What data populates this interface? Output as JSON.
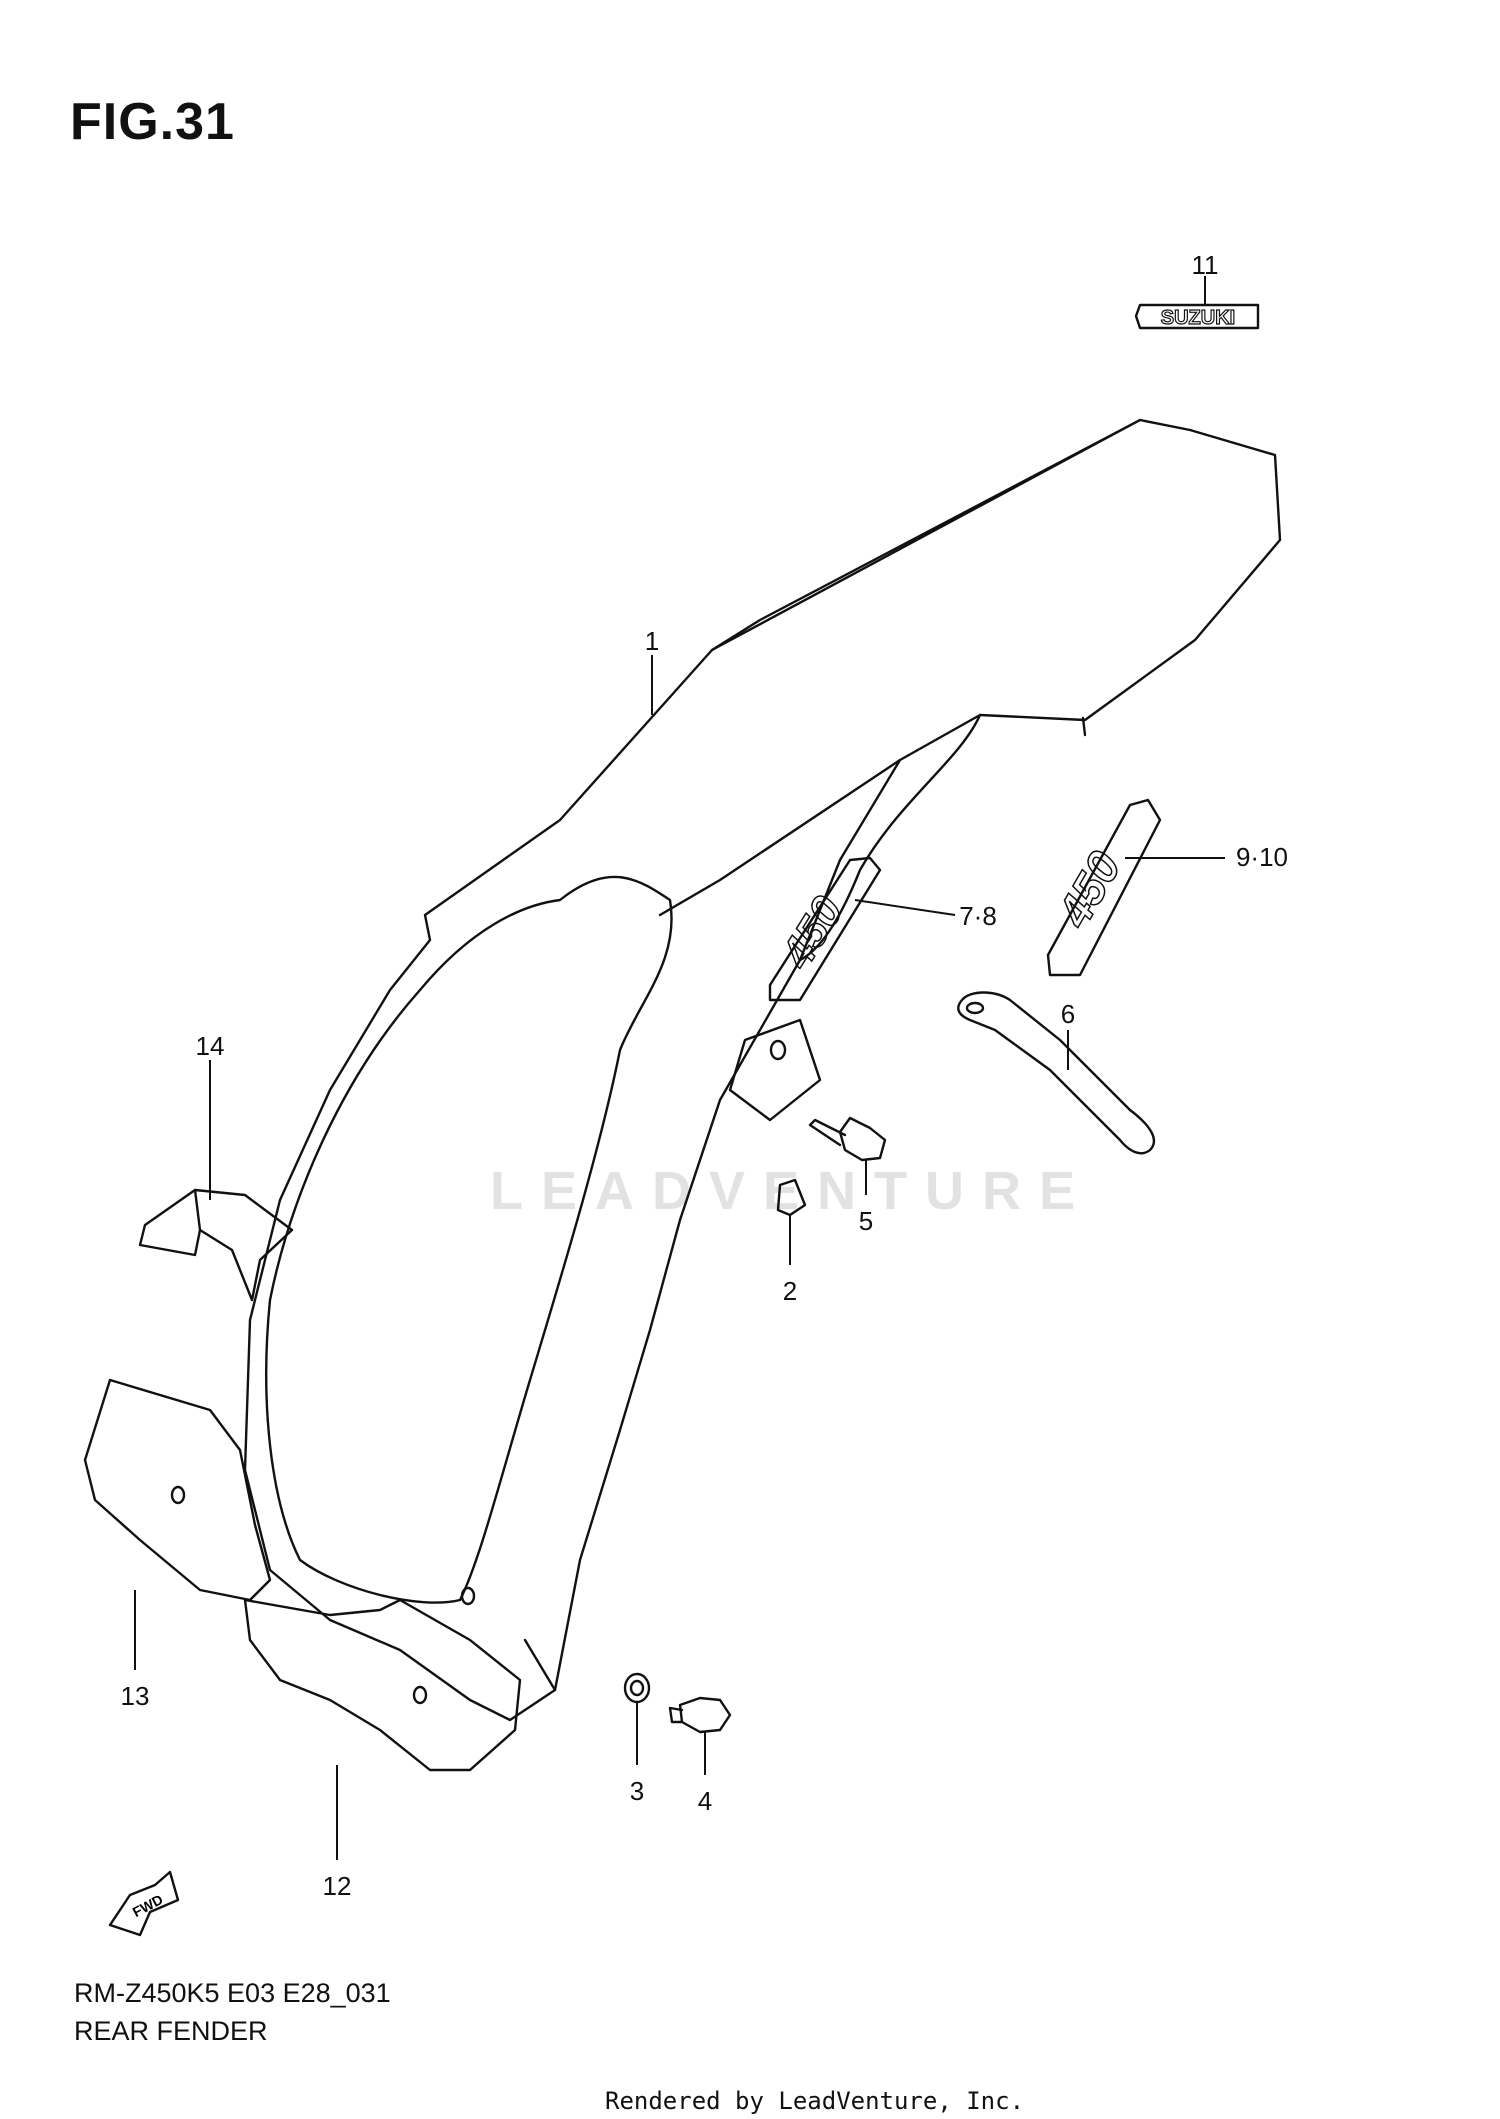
{
  "figure": {
    "title": "FIG.31"
  },
  "diagram": {
    "code": "RM-Z450K5 E03 E28_031",
    "name": "REAR FENDER",
    "credit": "Rendered by LeadVenture, Inc.",
    "watermark": "LEADVENTURE",
    "decal_brand_text": "SUZUKI",
    "fwd_label": "FWD"
  },
  "callouts": [
    {
      "id": "1",
      "label": "1"
    },
    {
      "id": "2",
      "label": "2"
    },
    {
      "id": "3",
      "label": "3"
    },
    {
      "id": "4",
      "label": "4"
    },
    {
      "id": "5",
      "label": "5"
    },
    {
      "id": "6",
      "label": "6"
    },
    {
      "id": "7-8",
      "label": "7·8"
    },
    {
      "id": "9-10",
      "label": "9·10"
    },
    {
      "id": "11",
      "label": "11"
    },
    {
      "id": "12",
      "label": "12"
    },
    {
      "id": "13",
      "label": "13"
    },
    {
      "id": "14",
      "label": "14"
    }
  ]
}
